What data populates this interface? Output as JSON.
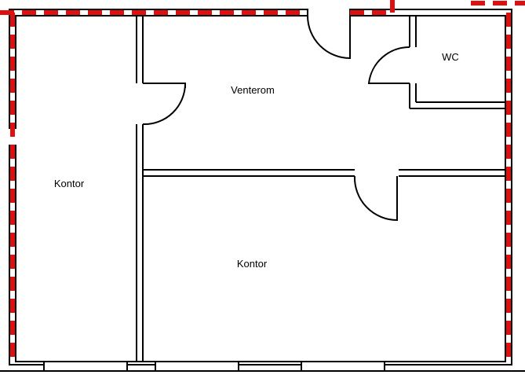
{
  "rooms": [
    {
      "id": "office-left",
      "label": "Kontor"
    },
    {
      "id": "waiting-room",
      "label": "Venterom"
    },
    {
      "id": "wc",
      "label": "WC"
    },
    {
      "id": "office-bottom",
      "label": "Kontor"
    }
  ],
  "colors": {
    "wall": "#000000",
    "boundary_dash": "#e01010",
    "background": "#ffffff"
  }
}
